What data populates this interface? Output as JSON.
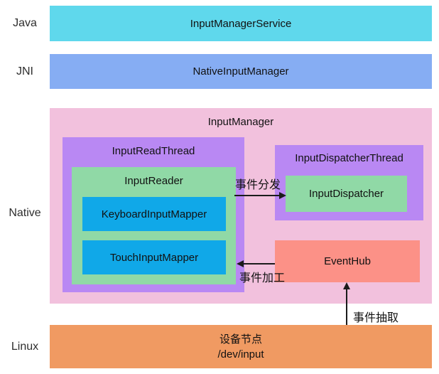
{
  "layers": {
    "java": {
      "label": "Java",
      "box": "InputManagerService"
    },
    "jni": {
      "label": "JNI",
      "box": "NativeInputManager"
    },
    "native": {
      "label": "Native",
      "container_title": "InputManager",
      "read_thread_title": "InputReadThread",
      "reader_title": "InputReader",
      "keyboard_mapper": "KeyboardInputMapper",
      "touch_mapper": "TouchInputMapper",
      "dispatcher_thread_title": "InputDispatcherThread",
      "dispatcher": "InputDispatcher",
      "event_hub": "EventHub"
    },
    "linux": {
      "label": "Linux",
      "box_line1": "设备节点",
      "box_line2": "/dev/input"
    }
  },
  "arrows": {
    "dispatch_label": "事件分发",
    "process_label": "事件加工",
    "extract_label": "事件抽取"
  },
  "colors": {
    "cyan": "#5FD8EC",
    "jni_blue": "#86ADF3",
    "pink": "#F2C1DD",
    "purple": "#B988F3",
    "green": "#90D9A6",
    "mapper_blue": "#10A8E8",
    "salmon": "#FC9187",
    "orange": "#F09A62",
    "arrow_black": "#1B1B1B"
  }
}
